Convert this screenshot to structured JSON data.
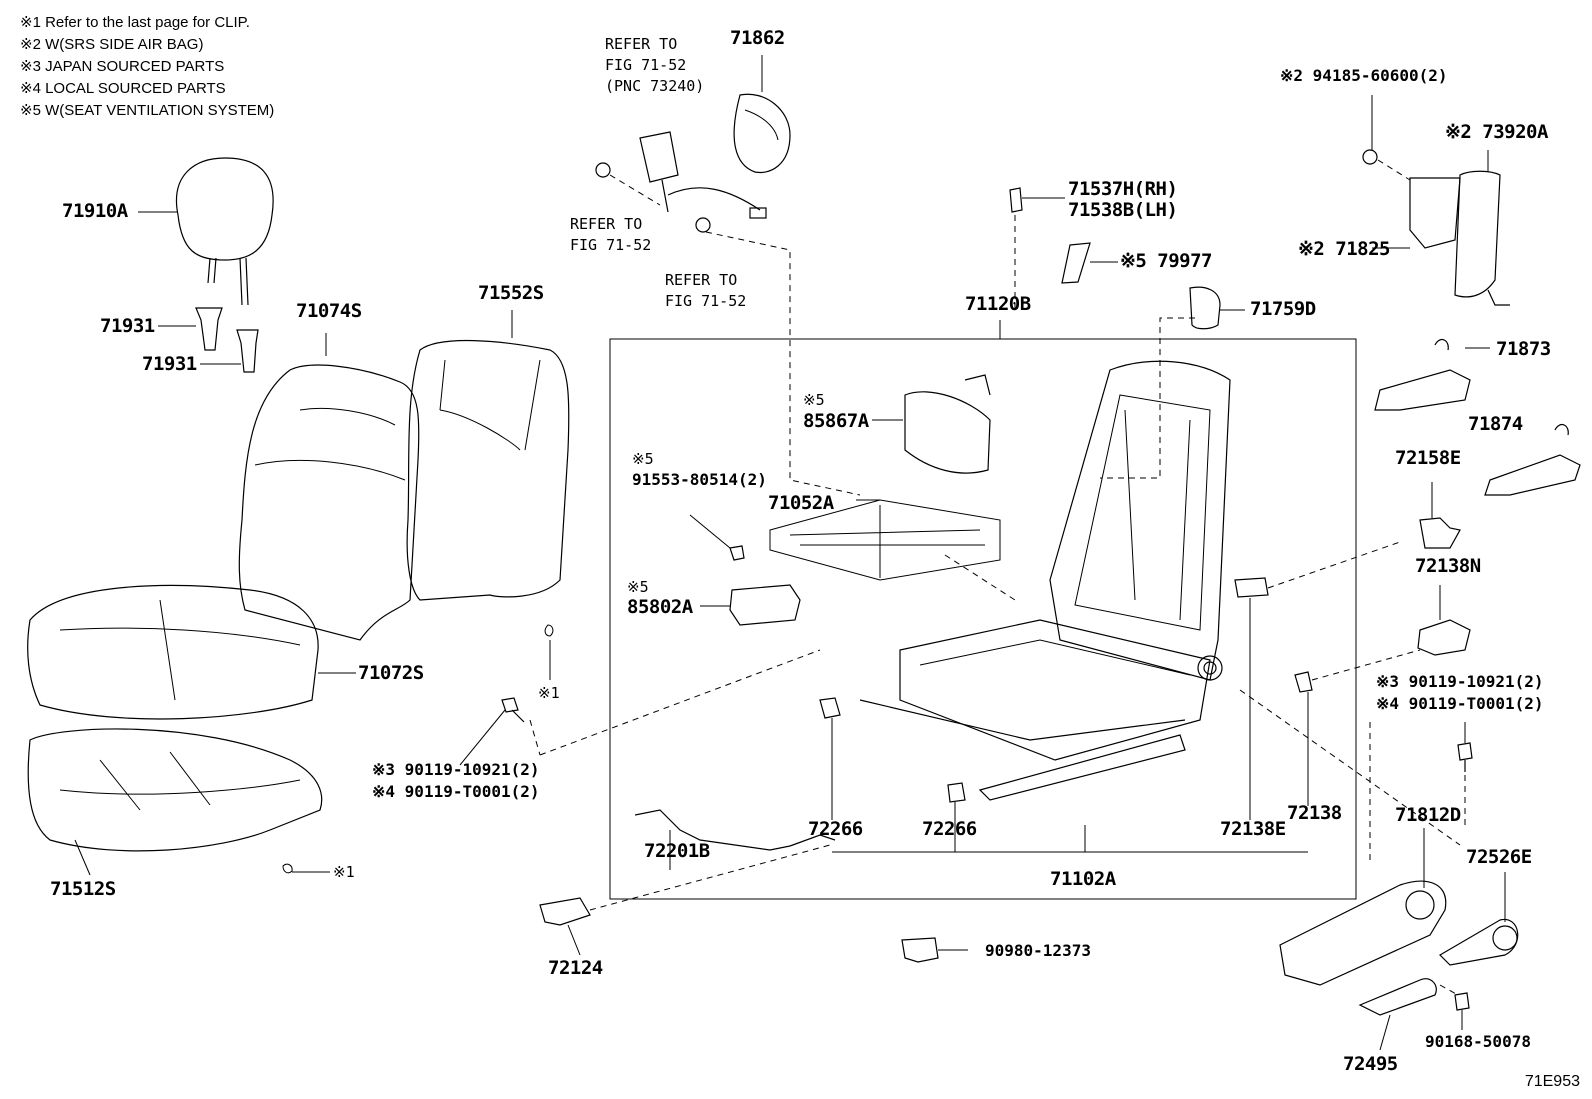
{
  "figure_id": "71E953",
  "notes": [
    "※1  Refer to the last page for CLIP.",
    "※2  W(SRS SIDE AIR BAG)",
    "※3  JAPAN SOURCED PARTS",
    "※4  LOCAL SOURCED PARTS",
    "※5  W(SEAT VENTILATION SYSTEM)"
  ],
  "references": {
    "ref_seatbelt": "REFER TO\nFIG 71-52\n(PNC 73240)",
    "ref_clip_left": "REFER TO\nFIG 71-52",
    "ref_clip_right": "REFER TO\nFIG 71-52"
  },
  "labels": {
    "p71910A": "71910A",
    "p71931a": "71931",
    "p71931b": "71931",
    "p71074S": "71074S",
    "p71552S": "71552S",
    "p71072S": "71072S",
    "p71512S": "71512S",
    "clip1a": "※1",
    "clip1b": "※1",
    "bolt_left_3": "※3 90119-10921(2)",
    "bolt_left_4": "※4 90119-T0001(2)",
    "p71862": "71862",
    "p71537H": "71537H(RH)",
    "p71538B": "71538B(LH)",
    "p79977": "※5 79977",
    "p71120B": "71120B",
    "p71759D": "71759D",
    "p85867A_note": "※5",
    "p85867A": "85867A",
    "p91553_note": "※5",
    "p91553": "91553-80514(2)",
    "p71052A": "71052A",
    "p85802A_note": "※5",
    "p85802A": "85802A",
    "p72201B": "72201B",
    "p72266a": "72266",
    "p72266b": "72266",
    "p72138E": "72138E",
    "p72138": "72138",
    "p71102A": "71102A",
    "p72124": "72124",
    "p90980": "90980-12373",
    "p94185": "※2 94185-60600(2)",
    "p73920A": "※2 73920A",
    "p71825": "※2 71825",
    "p71873": "71873",
    "p71874": "71874",
    "p72158E": "72158E",
    "p72138N": "72138N",
    "bolt_right_3": "※3 90119-10921(2)",
    "bolt_right_4": "※4 90119-T0001(2)",
    "p71812D": "71812D",
    "p72526E": "72526E",
    "p90168": "90168-50078",
    "p72495": "72495"
  }
}
